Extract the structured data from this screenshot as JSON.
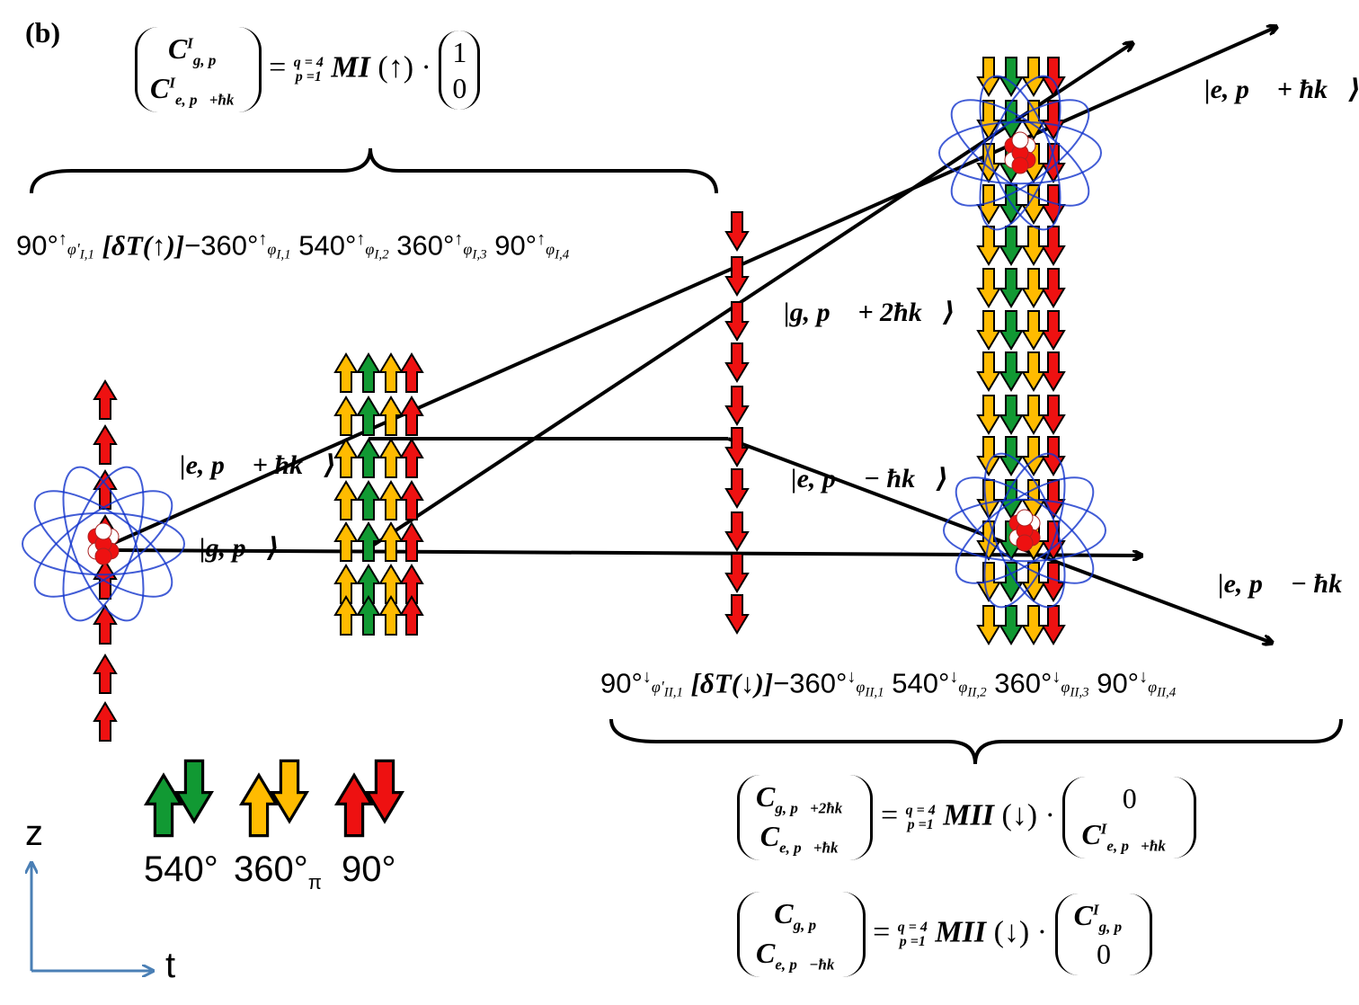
{
  "panel_label": "(b)",
  "top_sequence": {
    "parts": [
      "90°",
      "↑",
      "φ'",
      "I,1",
      "[δT(↑)]",
      "−360°",
      "↑",
      "φ",
      "I,1",
      "540°",
      "↑",
      "φ",
      "I,2",
      "360°",
      "↑",
      "φ",
      "I,3",
      "90°",
      "↑",
      "φ",
      "I,4"
    ]
  },
  "bottom_sequence": {
    "parts": [
      "90°",
      "↓",
      "φ'",
      "II,1",
      "[δT(↓)]",
      "−360°",
      "↓",
      "φ",
      "II,1",
      "540°",
      "↓",
      "φ",
      "II,2",
      "360°",
      "↓",
      "φ",
      "II,3",
      "90°",
      "↓",
      "φ",
      "II,4"
    ]
  },
  "kets": {
    "e_p_plus_hk_left": "|e, p⃗ + ħk⃗⟩",
    "g_p": "|g, p⃗⟩",
    "g_p_plus_2hk": "|g, p⃗ + 2ħk⃗⟩",
    "e_p_minus_hk_mid": "|e, p⃗ − ħk⃗⟩",
    "e_p_plus_hk_right": "|e, p⃗ + ħk⃗⟩",
    "e_p_minus_hk_right": "|e, p⃗ − ħk⃗⟩"
  },
  "equations": {
    "top": {
      "lhs": [
        "C",
        "I",
        "g, p⃗",
        "C",
        "I",
        "e, p⃗+ħk⃗"
      ],
      "op": "=",
      "prod_top": "q = 4",
      "prod_bottom": "p =1",
      "matrix": "MI",
      "arg": "(↑)",
      "dot": "·",
      "rhs": [
        "1",
        "0"
      ]
    },
    "bottom1": {
      "lhs": [
        "C",
        "g, p⃗+2ħk⃗",
        "C",
        "e, p⃗+ħk⃗"
      ],
      "op": "=",
      "prod_top": "q = 4",
      "prod_bottom": "p =1",
      "matrix": "MII",
      "arg": "(↓)",
      "dot": "·",
      "rhs": [
        "0",
        "C",
        "I",
        "e, p⃗+ħk⃗"
      ]
    },
    "bottom2": {
      "lhs": [
        "C",
        "g, p⃗",
        "C",
        "e, p⃗−ħk⃗"
      ],
      "op": "=",
      "prod_top": "q = 4",
      "prod_bottom": "p =1",
      "matrix": "MII",
      "arg": "(↓)",
      "dot": "·",
      "rhs": [
        "C",
        "I",
        "g, p⃗",
        "0"
      ]
    }
  },
  "legend": {
    "items": [
      {
        "label": "540°",
        "color": "#119933"
      },
      {
        "label": "360°",
        "sub": "π",
        "color": "#ffbb00"
      },
      {
        "label": "90°",
        "color": "#ee1111"
      }
    ]
  },
  "axes": {
    "z": "z",
    "t": "t"
  },
  "colors": {
    "green": "#119933",
    "orange": "#ffbb00",
    "red": "#ee1111",
    "orbit": "#1133cc",
    "axis": "#4a7fb5"
  }
}
